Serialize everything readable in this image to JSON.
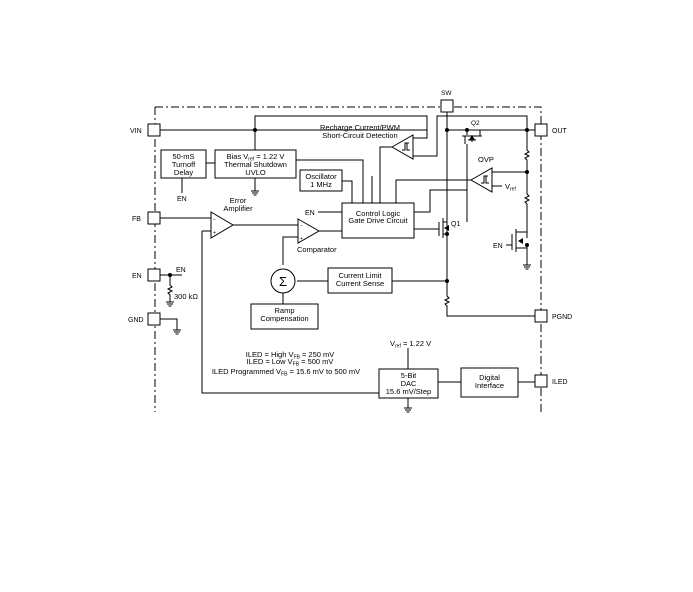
{
  "pins": {
    "vin": "VIN",
    "fb": "FB",
    "en": "EN",
    "gnd": "GND",
    "sw": "SW",
    "out": "OUT",
    "pgnd": "PGND",
    "iled": "ILED"
  },
  "blocks": {
    "turnoff": [
      "50-mS",
      "Turnoff",
      "Delay"
    ],
    "bias": [
      "Bias V",
      "ref",
      " = 1.22 V",
      "Thermal Shutdown",
      "UVLO"
    ],
    "oscillator": [
      "Oscillator",
      "1 MHz"
    ],
    "control": [
      "Control Logic",
      "Gate Drive Circuit"
    ],
    "current_limit": [
      "Current Limit",
      "Current Sense"
    ],
    "ramp": [
      "Ramp",
      "Compensation"
    ],
    "dac": [
      "5-Bit",
      "DAC",
      "15.6 mV/Step"
    ],
    "digital": [
      "Digital",
      "Interface"
    ]
  },
  "labels": {
    "recharge": [
      "Recharge Current/PWM",
      "Short-Circuit Detection"
    ],
    "error_amp": [
      "Error",
      "Amplifier"
    ],
    "comparator": "Comparator",
    "ovp": "OVP",
    "q1": "Q1",
    "q2": "Q2",
    "en_turnoff": "EN",
    "en_control": "EN",
    "en_pin": "EN",
    "en_fet": "EN",
    "resistor_300k": "300 kΩ",
    "vref_ovp": "V",
    "vref_sub": "ref",
    "dac_vref": "V",
    "dac_vref_sub": "ref",
    "dac_vref_val": " = 1.22 V",
    "sigma": "Σ",
    "schmitt": "⎍"
  },
  "notes": [
    {
      "pre": "ILED = High V",
      "sub": "FB",
      "post": " = 250 mV"
    },
    {
      "pre": "ILED = Low V",
      "sub": "FB",
      "post": " = 500 mV"
    },
    {
      "pre": "ILED Programmed V",
      "sub": "FB",
      "post": " = 15.6 mV to 500 mV"
    }
  ]
}
